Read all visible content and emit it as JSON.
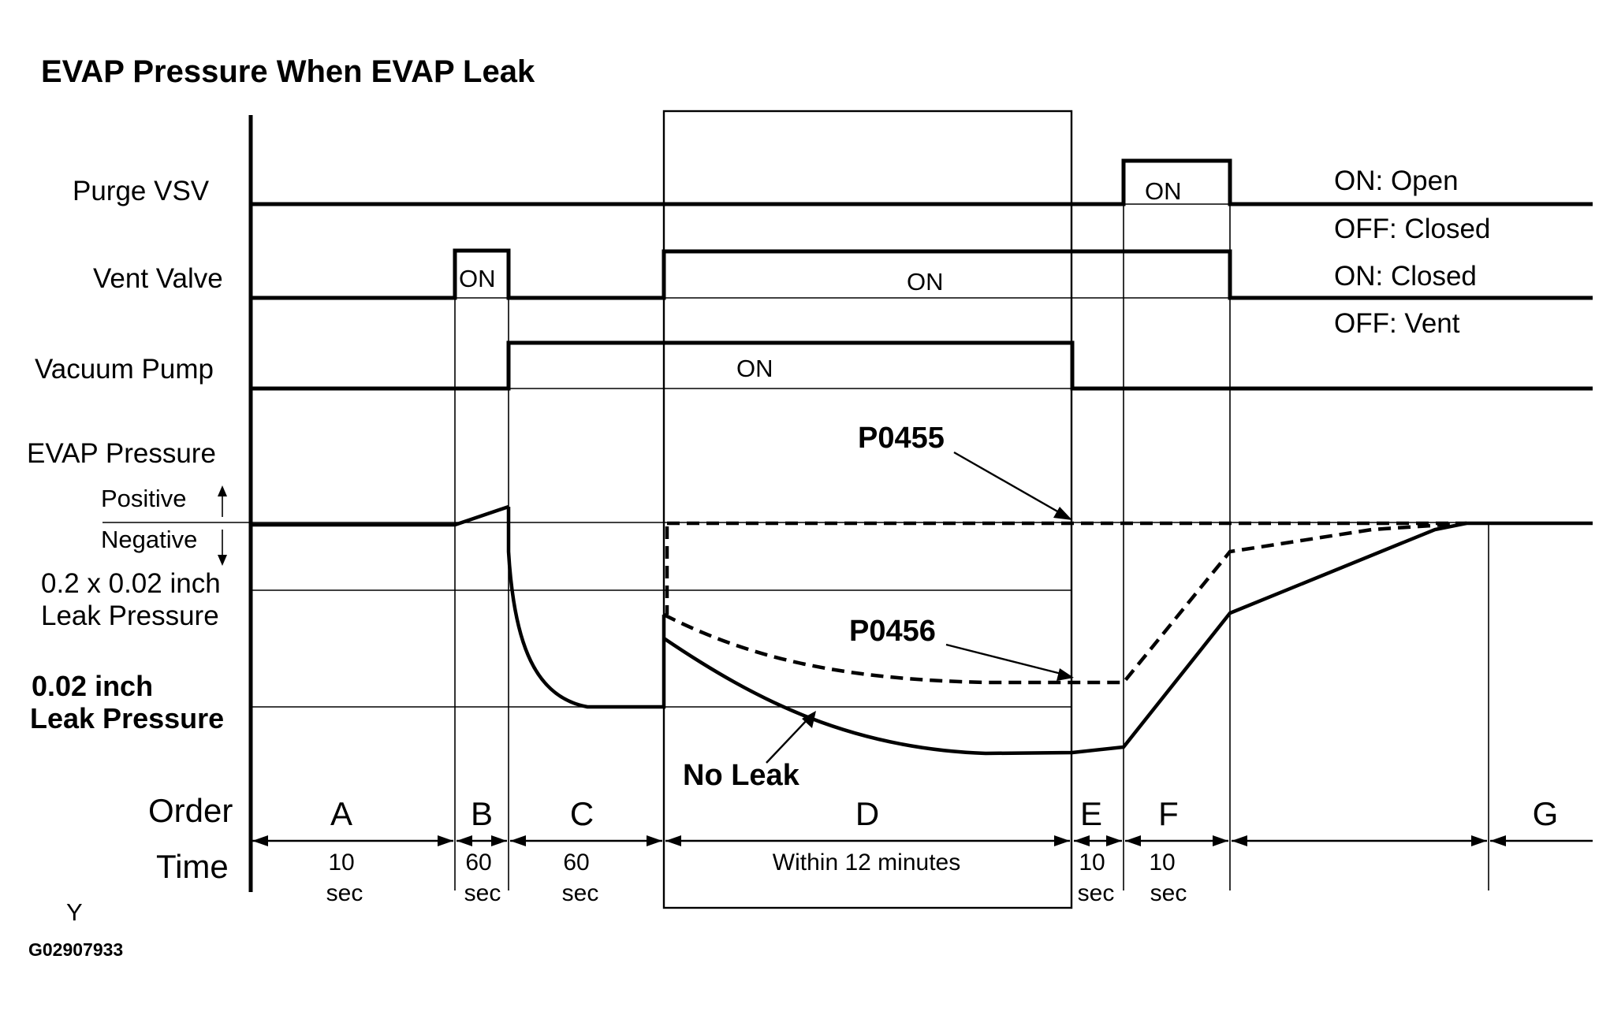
{
  "title": "EVAP Pressure When EVAP Leak",
  "rows": {
    "purge_vsv": "Purge VSV",
    "vent_valve": "Vent Valve",
    "vacuum_pump": "Vacuum Pump",
    "evap_pressure": "EVAP Pressure",
    "positive": "Positive",
    "negative": "Negative",
    "small_leak_line1": "0.2 x 0.02 inch",
    "small_leak_line2": "Leak Pressure",
    "ref_leak_line1": "0.02 inch",
    "ref_leak_line2": "Leak Pressure"
  },
  "signal_on_labels": {
    "purge_vsv_f": "ON",
    "vent_valve_b": "ON",
    "vent_valve_def": "ON",
    "vacuum_pump_cd": "ON"
  },
  "legend": {
    "purge_on": "ON: Open",
    "purge_off": "OFF: Closed",
    "vent_on": "ON: Closed",
    "vent_off": "OFF: Vent"
  },
  "annotations": {
    "p0455": "P0455",
    "p0456": "P0456",
    "no_leak": "No Leak"
  },
  "order_label": "Order",
  "time_label": "Time",
  "phases": [
    {
      "order": "A",
      "time1": "10",
      "time2": "sec"
    },
    {
      "order": "B",
      "time1": "60",
      "time2": "sec"
    },
    {
      "order": "C",
      "time1": "60",
      "time2": "sec"
    },
    {
      "order": "D",
      "time1": "Within 12 minutes",
      "time2": ""
    },
    {
      "order": "E",
      "time1": "10",
      "time2": "sec"
    },
    {
      "order": "F",
      "time1": "10",
      "time2": "sec"
    },
    {
      "order": "",
      "time1": "",
      "time2": ""
    },
    {
      "order": "G",
      "time1": "",
      "time2": ""
    }
  ],
  "footer": {
    "mark": "Y",
    "figure_id": "G02907933"
  }
}
